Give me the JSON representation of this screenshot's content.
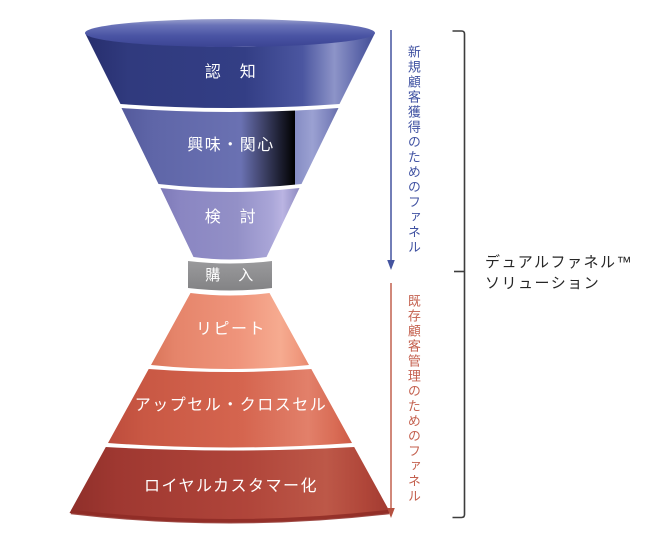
{
  "funnel_diagram": {
    "top_funnel": {
      "stages": [
        {
          "label": "認　知",
          "color": "#333e84"
        },
        {
          "label": "興味・関心",
          "color": "#6a71b0"
        },
        {
          "label": "検　討",
          "color": "#9591c8"
        }
      ],
      "annotation": {
        "text": "新規顧客獲得のためのファネル",
        "color": "#4052a2"
      }
    },
    "middle_stage": {
      "label": "購　入",
      "color": "#8d8e90"
    },
    "bottom_funnel": {
      "stages": [
        {
          "label": "リピート",
          "color": "#ef947b"
        },
        {
          "label": "アップセル・クロスセル",
          "color": "#d5654f"
        },
        {
          "label": "ロイヤルカスタマー化",
          "color": "#b0453a"
        }
      ],
      "annotation": {
        "text": "既存顧客管理のためのファネル",
        "color": "#c4614f"
      }
    },
    "solution_label": {
      "line1": "デュアルファネル™",
      "line2": "ソリューション",
      "color": "#262626"
    }
  },
  "chart_data": {
    "type": "funnel",
    "title": "デュアルファネル™ソリューション",
    "top_funnel": {
      "name": "新規顧客獲得のためのファネル",
      "direction": "narrowing-down",
      "stages": [
        "認知",
        "興味・関心",
        "検討"
      ],
      "accent_color": "#4052a2"
    },
    "conversion_stage": "購入",
    "bottom_funnel": {
      "name": "既存顧客管理のためのファネル",
      "direction": "widening-down",
      "stages": [
        "リピート",
        "アップセル・クロスセル",
        "ロイヤルカスタマー化"
      ],
      "accent_color": "#c4614f"
    }
  }
}
